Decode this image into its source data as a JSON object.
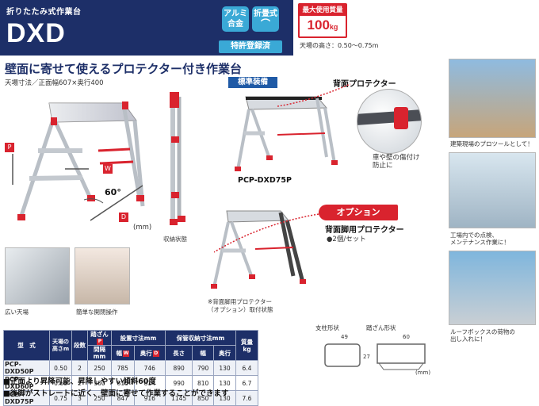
{
  "header": {
    "subtitle": "折りたたみ式作業台",
    "model": "DXD",
    "badge_aluminum": [
      "アルミ",
      "合金"
    ],
    "badge_folding": [
      "折畳式"
    ],
    "patent": "特許登録済"
  },
  "capacity": {
    "title": "最大使用質量",
    "value": "100",
    "unit": "kg",
    "height_note": "天場の高さ：0.50〜0.75m"
  },
  "main": {
    "headline": "壁面に寄せて使えるプロテクター付き作業台",
    "dims": "天場寸法／正面幅607×奥行400",
    "angle": "60",
    "angle_unit": "°",
    "marker_p": "P",
    "marker_w": "W",
    "marker_d": "D",
    "unit_mm": "(mm)",
    "folded_caption": "収納状態",
    "standard_label": "標準装備",
    "back_protector": "背面プロテクター",
    "protector_note": [
      "車や壁の傷付け",
      "防止に"
    ],
    "pcp_model": "PCP-DXD75P",
    "option_label": "オプション",
    "option_title": "背面脚用プロテクター",
    "option_qty": "●2個/セット",
    "option_caption": [
      "※背面脚用プロテクター",
      "（オプション）取付状態"
    ],
    "wide_top": "広い天場",
    "easy_open": "簡単な開閉操作"
  },
  "profiles": {
    "post_label": "支柱形状",
    "step_label": "踏ざん形状",
    "post_w": "49",
    "post_h": "27",
    "step_w": "60",
    "unit": "(mm)"
  },
  "side_photos": [
    "建築現場のプロツールとして！",
    "工場内での点検、",
    "メンテナンス作業に！",
    "ルーフボックスの荷物の",
    "出し入れに！"
  ],
  "table": {
    "headers": {
      "type": "型　式",
      "height": [
        "天場の",
        "高さm"
      ],
      "steps": "段数",
      "step_group": "踏ざん",
      "step_pitch": "間隔mm",
      "install_group": "設置寸法mm",
      "install_w": "幅",
      "install_d": "奥行",
      "store_group": "保管収納寸法mm",
      "store_l": "長さ",
      "store_w": "幅",
      "store_d": "奥行",
      "mass": "質量kg",
      "mark_p": "P",
      "mark_w": "W",
      "mark_d": "D"
    },
    "rows": [
      [
        "PCP-DXD50P",
        "0.50",
        "2",
        "250",
        "785",
        "746",
        "890",
        "790",
        "130",
        "6.4"
      ],
      [
        "PCP-DXD60P",
        "0.60",
        "2",
        "300",
        "810",
        "814",
        "990",
        "810",
        "130",
        "6.7"
      ],
      [
        "PCP-DXD75P",
        "0.75",
        "3",
        "250",
        "847",
        "916",
        "1145",
        "850",
        "130",
        "7.6"
      ]
    ]
  },
  "bullets": [
    "■正面より昇降可能、昇降しやすい傾斜60度",
    "■後脚がストレートに近く、壁面に寄せて作業することができます"
  ],
  "colors": {
    "navy": "#1d2f68",
    "red": "#d9232e",
    "cyan": "#3aa9d6",
    "blue": "#1f5aa6"
  }
}
